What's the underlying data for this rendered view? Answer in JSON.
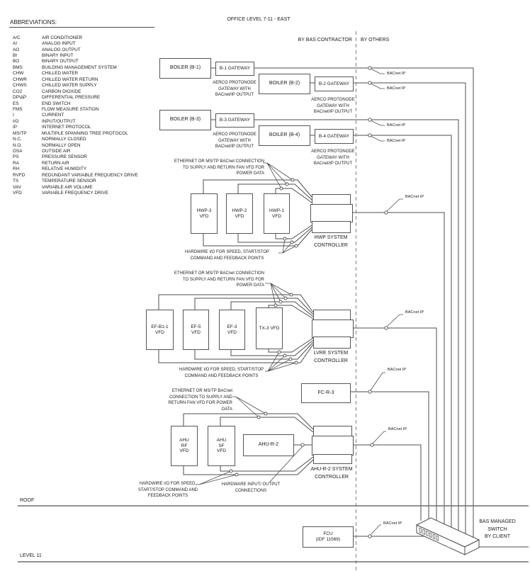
{
  "title": "OFFICE LEVEL 7-11 - EAST",
  "zones": {
    "bas_contractor": "BY BAS CONTRACTOR",
    "others": "BY OTHERS"
  },
  "labels": {
    "bacnet_ip": "BACnet IP",
    "roof": "ROOF",
    "level_11": "LEVEL 11"
  },
  "abbreviations": {
    "heading": "ABBREVIATIONS:",
    "items": [
      {
        "code": "A/C",
        "name": "AIR CONDITIONER"
      },
      {
        "code": "AI",
        "name": "ANALOG INPUT"
      },
      {
        "code": "AO",
        "name": "ANALOG OUTPUT"
      },
      {
        "code": "BI",
        "name": "BINARY INPUT"
      },
      {
        "code": "BO",
        "name": "BINARY OUTPUT"
      },
      {
        "code": "BMS",
        "name": "BUILDING MANAGEMENT SYSTEM"
      },
      {
        "code": "CHW",
        "name": "CHILLED WATER"
      },
      {
        "code": "CHWR",
        "name": "CHILLED WATER RETURN"
      },
      {
        "code": "CHWS",
        "name": "CHILLED WATER SUPPLY"
      },
      {
        "code": "CO2",
        "name": "CARBON DIOXIDE"
      },
      {
        "code": "DP\\ΔP",
        "name": "DIFFERENTIAL PRESSURE"
      },
      {
        "code": "ES",
        "name": "END SWITCH"
      },
      {
        "code": "FMS",
        "name": "FLOW MEASURE STATION"
      },
      {
        "code": "I",
        "name": "CURRENT"
      },
      {
        "code": "I/O",
        "name": "INPUT/OUTPUT"
      },
      {
        "code": "IP",
        "name": "INTERNET PROTOCOL"
      },
      {
        "code": "MS/TP",
        "name": "MULTIPLE SPANNING TREE PROTOCOL"
      },
      {
        "code": "N.C.",
        "name": "NORMALLY CLOSED"
      },
      {
        "code": "N.O.",
        "name": "NORMALLY OPEN"
      },
      {
        "code": "OSA",
        "name": "OUTSIDE AIR"
      },
      {
        "code": "PS",
        "name": "PRESSURE SENSOR"
      },
      {
        "code": "RA",
        "name": "RETURN AIR"
      },
      {
        "code": "RH",
        "name": "RELATIVE HUMIDITY"
      },
      {
        "code": "RVFD",
        "name": "REDUNDANT VARIABLE FREQUENCY DRIVE"
      },
      {
        "code": "TS",
        "name": "TEMPERATURE SENSOR"
      },
      {
        "code": "VAV",
        "name": "VARIABLE AIR VOLUME"
      },
      {
        "code": "VFD",
        "name": "VARIABLE FREQUENCY DRIVE"
      }
    ]
  },
  "boilers": {
    "units": [
      "BOILER (B-1)",
      "BOILER (B-2)",
      "BOILER (B-3)",
      "BOILER (B-4)"
    ],
    "gateways": [
      "B-1 GATEWAY",
      "B-2 GATEWAY",
      "B-3 GATEWAY",
      "B-4 GATEWAY"
    ],
    "aerco_note": "AERCO PROTONODE\nGATEWAY WITH\nBACnet/IP OUTPUT"
  },
  "hwp": {
    "vfds": [
      "HWP-3\nVFD",
      "HWP-2\nVFD",
      "HWP-1\nVFD"
    ],
    "controller": "HWP SYSTEM\nCONTROLLER",
    "eth_note": "ETHERNET OR MS/TP BACnet CONNECTION\nTO SUPPLY AND RETURN FAN VFD FOR\nPOWER DATA",
    "io_note": "HARDWIRE I/O FOR SPEED, START/STOP\nCOMMAND AND FEEDBACK POINTS"
  },
  "lvre": {
    "vfds": [
      "EF-B1-1\nVFD",
      "EF-5\nVFD",
      "EF-3\nVFD",
      "TX-3 VFD"
    ],
    "controller": "LVRE SYSTEM\nCONTROLLER",
    "eth_note": "ETHERNET OR MS/TP BACnet CONNECTION\nTO SUPPLY AND RETURN FAN VFD FOR\nPOWER DATA",
    "io_note": "HARDWIRE I/O FOR SPEED, START/STOP\nCOMMAND AND FEEDBACK POINTS"
  },
  "fcr3": {
    "name": "FC-R-3"
  },
  "ahu": {
    "vfds": [
      "AHU\nRF\nVFD",
      "AHU\nSF\nVFD"
    ],
    "unit": "AHU-R-2",
    "controller": "AHU-R-2 SYSTEM\nCONTROLLER",
    "eth_note": "ETHERNET OR MS/TP BACnet\nCONNECTION TO SUPPLY AND\nRETURN FAN VFD FOR POWER\nDATA",
    "io_note": "HARDWIRE I/O FOR SPEED,\nSTART/STOP COMMAND AND\nFEEDBACK POINTS",
    "hw_note": "HARDWARE INPUT/ OUTPUT\nCONNECTIONS"
  },
  "fcu": {
    "name": "FCU\n(IDF 11569)"
  },
  "switch": {
    "label": "BAS MANAGED\nSWITCH\nBY CLIENT"
  },
  "colors": {
    "line": "#4d4d4d",
    "text": "#1a1a1a",
    "dashed_divider": "#808080"
  }
}
